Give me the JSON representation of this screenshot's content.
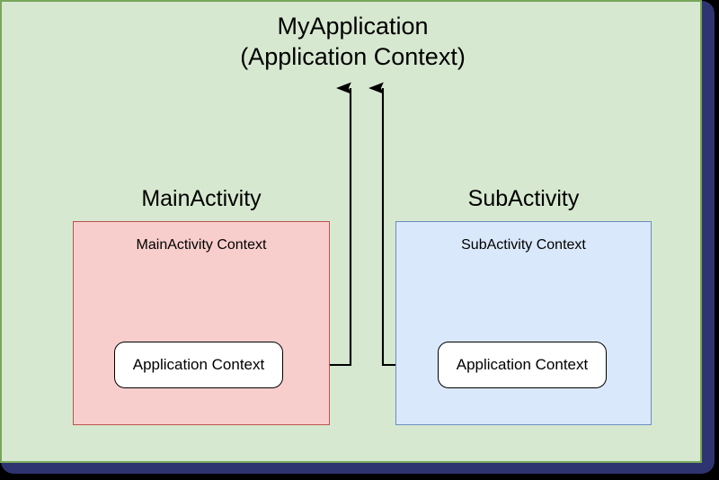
{
  "diagram": {
    "type": "android-context-hierarchy",
    "app": {
      "title": "MyApplication\n(Application Context)",
      "title_line1": "MyApplication",
      "title_line2": "(Application Context)",
      "background_color": "#d7e8d0",
      "border_color": "#78a65a"
    },
    "frame": {
      "shadow_color": "#2e3470",
      "canvas_color": "#000000"
    },
    "activities": [
      {
        "heading": "MainActivity",
        "context_label": "MainActivity Context",
        "chip_label": "Application Context",
        "fill_color": "#f8cecc",
        "border_color": "#b85450"
      },
      {
        "heading": "SubActivity",
        "context_label": "SubActivity Context",
        "chip_label": "Application Context",
        "fill_color": "#dae8fc",
        "border_color": "#6c8ebf"
      }
    ],
    "connectors": {
      "count": 2,
      "stroke_color": "#000000",
      "arrowhead": "filled-triangle-up",
      "description": "Both activity-level Application Context chips point upward to the MyApplication (Application Context) title"
    }
  }
}
